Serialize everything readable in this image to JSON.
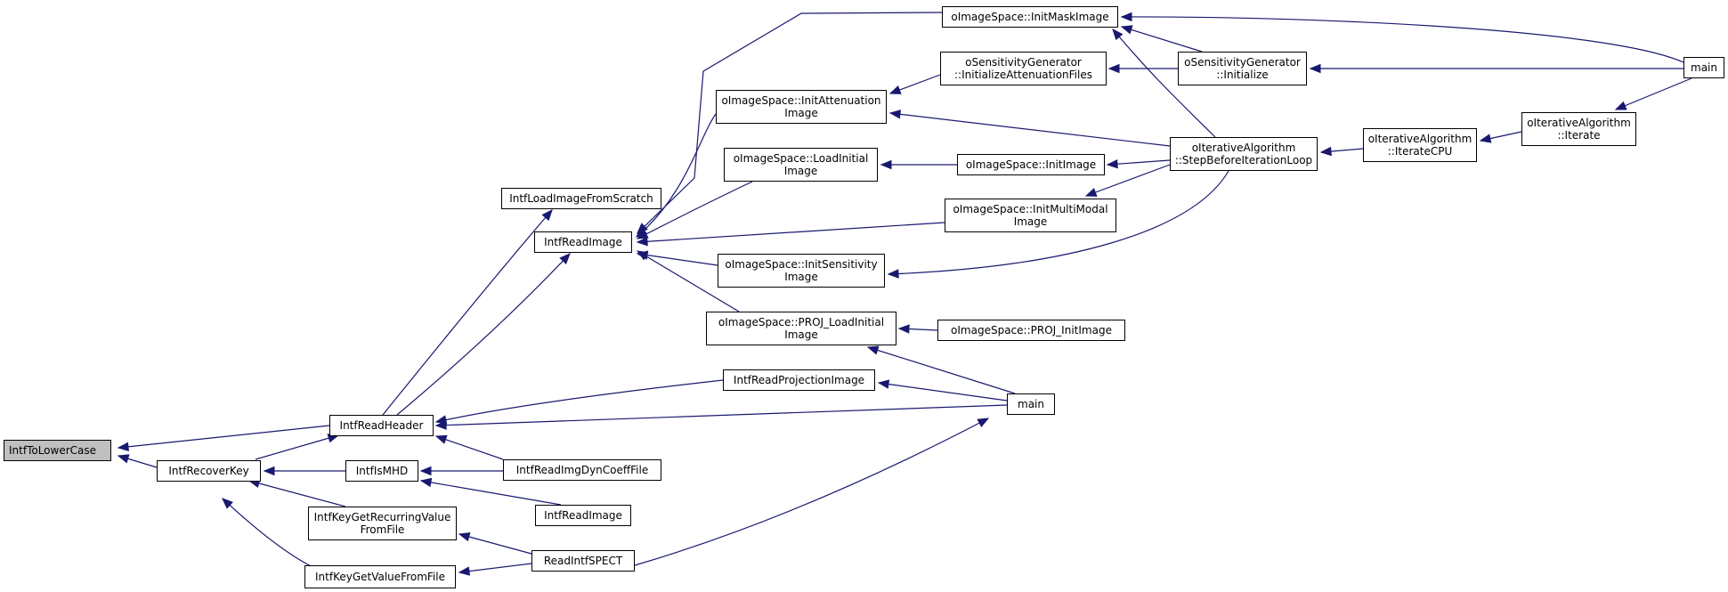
{
  "colors": {
    "edge": "#191970",
    "highlight_fill": "#bfbfbf",
    "node_border": "#000000"
  },
  "nodes": [
    {
      "id": "tolower",
      "label": "IntfToLowerCase",
      "highlight": true
    },
    {
      "id": "readheader",
      "label": "IntfReadHeader"
    },
    {
      "id": "recoverkey",
      "label": "IntfRecoverKey"
    },
    {
      "id": "loadscratch",
      "label": "IntfLoadImageFromScratch"
    },
    {
      "id": "readimage",
      "label": "IntfReadImage"
    },
    {
      "id": "ismhd",
      "label": "IntfIsMHD"
    },
    {
      "id": "keyrecurring",
      "label": "IntfKeyGetRecurringValue\nFromFile"
    },
    {
      "id": "keyvalue",
      "label": "IntfKeyGetValueFromFile"
    },
    {
      "id": "initattn",
      "label": "oImageSpace::InitAttenuation\nImage"
    },
    {
      "id": "loadinitial",
      "label": "oImageSpace::LoadInitial\nImage"
    },
    {
      "id": "initsens",
      "label": "oImageSpace::InitSensitivity\nImage"
    },
    {
      "id": "projload",
      "label": "oImageSpace::PROJ_LoadInitial\nImage"
    },
    {
      "id": "readproj",
      "label": "IntfReadProjectionImage"
    },
    {
      "id": "readdyn",
      "label": "IntfReadImgDynCoeffFile"
    },
    {
      "id": "readimage2",
      "label": "IntfReadImage"
    },
    {
      "id": "readspect",
      "label": "ReadIntfSPECT"
    },
    {
      "id": "initmask",
      "label": "oImageSpace::InitMaskImage"
    },
    {
      "id": "sensattn",
      "label": "oSensitivityGenerator\n::InitializeAttenuationFiles"
    },
    {
      "id": "initimage",
      "label": "oImageSpace::InitImage"
    },
    {
      "id": "initmulti",
      "label": "oImageSpace::InitMultiModal\nImage"
    },
    {
      "id": "projinit",
      "label": "oImageSpace::PROJ_InitImage"
    },
    {
      "id": "main2",
      "label": "main"
    },
    {
      "id": "sensinit",
      "label": "oSensitivityGenerator\n::Initialize"
    },
    {
      "id": "stepbefore",
      "label": "oIterativeAlgorithm\n::StepBeforeIterationLoop"
    },
    {
      "id": "iteratecpu",
      "label": "oIterativeAlgorithm\n::IterateCPU"
    },
    {
      "id": "iterate",
      "label": "oIterativeAlgorithm\n::Iterate"
    },
    {
      "id": "main1",
      "label": "main"
    }
  ]
}
